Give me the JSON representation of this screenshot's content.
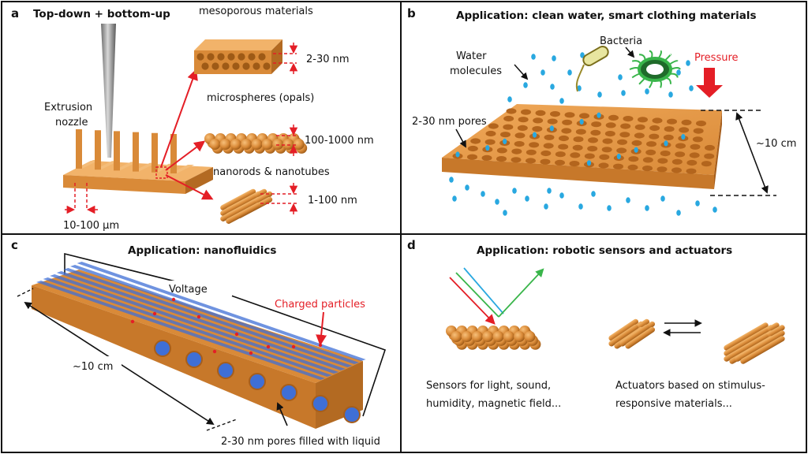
{
  "colors": {
    "material": "#d98a38",
    "material_dark": "#9e5a16",
    "material_light": "#f2b36a",
    "pore": "#b3651d",
    "water": "#29a8e0",
    "arrow_red": "#e41e26",
    "bacteria_green": "#39b54a",
    "channel_blue": "#3f6fd6",
    "border": "#111111"
  },
  "panels": {
    "a": {
      "label": "a",
      "title": "Top-down + bottom-up",
      "nozzle_label": [
        "Extrusion",
        "nozzle"
      ],
      "nozzle_dim": "10-100 µm",
      "products": [
        {
          "name": "mesoporous materials",
          "dim": "2-30 nm"
        },
        {
          "name": "microspheres (opals)",
          "dim": "100-1000 nm"
        },
        {
          "name": "nanorods & nanotubes",
          "dim": "1-100 nm"
        }
      ]
    },
    "b": {
      "label": "b",
      "title": "Application: clean water, smart clothing materials",
      "water_label": [
        "Water",
        "molecules"
      ],
      "bacteria_label": "Bacteria",
      "pressure_label": "Pressure",
      "pores_label": "2-30 nm pores",
      "size_label": "~10 cm"
    },
    "c": {
      "label": "c",
      "title": "Application: nanofluidics",
      "voltage_label": "Voltage",
      "particles_label": "Charged particles",
      "size_label": "~10 cm",
      "pores_label": "2-30 nm pores filled with liquid"
    },
    "d": {
      "label": "d",
      "title": "Application: robotic sensors and actuators",
      "sensors_label": [
        "Sensors for light, sound,",
        "humidity, magnetic field..."
      ],
      "actuators_label": [
        "Actuators based on stimulus-",
        "responsive materials..."
      ]
    }
  }
}
